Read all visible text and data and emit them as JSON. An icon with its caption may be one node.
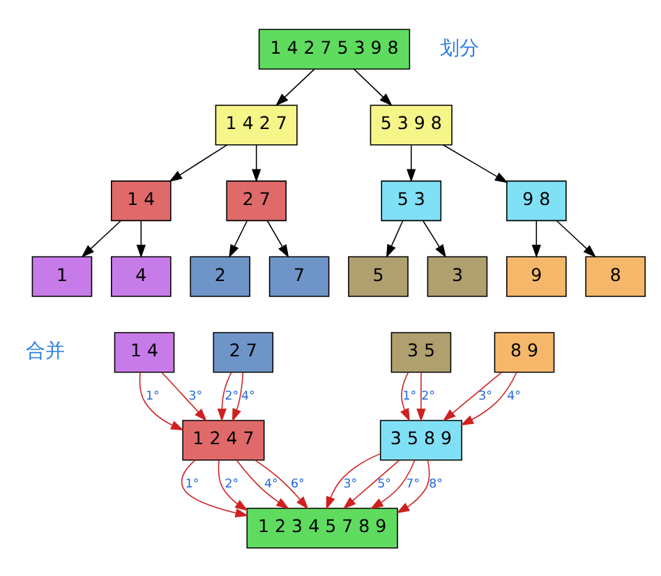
{
  "diagram": {
    "nodes": [
      {
        "text": [
          "1 4 2 7 5 3 9 8"
        ]
      },
      {
        "text": [
          "1 4 2 7"
        ]
      },
      {
        "text": [
          "5 3 9 8"
        ]
      },
      {
        "text": [
          "1 4"
        ]
      },
      {
        "text": [
          "2 7"
        ]
      },
      {
        "text": [
          "5 3"
        ]
      },
      {
        "text": [
          "9 8"
        ]
      },
      {
        "text": [
          "1"
        ]
      },
      {
        "text": [
          "4"
        ]
      },
      {
        "text": [
          "2"
        ]
      },
      {
        "text": [
          "7"
        ]
      },
      {
        "text": [
          "5"
        ]
      },
      {
        "text": [
          "3"
        ]
      },
      {
        "text": [
          "9"
        ]
      },
      {
        "text": [
          "8"
        ]
      },
      {
        "text": [
          "1 4"
        ]
      },
      {
        "text": [
          "2 7"
        ]
      },
      {
        "text": [
          "3 5"
        ]
      },
      {
        "text": [
          "8 9"
        ]
      },
      {
        "text": [
          "1 2 4 7"
        ]
      },
      {
        "text": [
          "3 5 8 9"
        ]
      },
      {
        "text": [
          "1 2 3 4 5 7 8 9"
        ]
      }
    ],
    "edges": [
      {
        "from": 0,
        "to": 1,
        "arrow": "to",
        "color": "#000000"
      },
      {
        "from": 0,
        "to": 2,
        "arrow": "to",
        "color": "#000000"
      },
      {
        "from": 1,
        "to": 3,
        "arrow": "to",
        "color": "#000000"
      },
      {
        "from": 1,
        "to": 4,
        "arrow": "to",
        "color": "#000000"
      },
      {
        "from": 2,
        "to": 5,
        "arrow": "to",
        "color": "#000000"
      },
      {
        "from": 2,
        "to": 6,
        "arrow": "to",
        "color": "#000000"
      },
      {
        "from": 3,
        "to": 7,
        "arrow": "to",
        "color": "#000000"
      },
      {
        "from": 3,
        "to": 8,
        "arrow": "to",
        "color": "#000000"
      },
      {
        "from": 4,
        "to": 9,
        "arrow": "to",
        "color": "#000000"
      },
      {
        "from": 4,
        "to": 10,
        "arrow": "to",
        "color": "#000000"
      },
      {
        "from": 5,
        "to": 11,
        "arrow": "to",
        "color": "#000000"
      },
      {
        "from": 5,
        "to": 12,
        "arrow": "to",
        "color": "#000000"
      },
      {
        "from": 6,
        "to": 13,
        "arrow": "to",
        "color": "#000000"
      },
      {
        "from": 6,
        "to": 14,
        "arrow": "to",
        "color": "#000000"
      },
      {
        "from": 15,
        "to": 19,
        "arrow": "to",
        "label": "1°",
        "color": "#d02020"
      },
      {
        "from": 16,
        "to": 19,
        "arrow": "to",
        "label": "2°",
        "color": "#d02020"
      },
      {
        "from": 15,
        "to": 19,
        "arrow": "to",
        "label": "3°",
        "color": "#d02020"
      },
      {
        "from": 16,
        "to": 19,
        "arrow": "to",
        "label": "4°",
        "color": "#d02020"
      },
      {
        "from": 17,
        "to": 20,
        "arrow": "to",
        "label": "1°",
        "color": "#d02020"
      },
      {
        "from": 17,
        "to": 20,
        "arrow": "to",
        "label": "2°",
        "color": "#d02020"
      },
      {
        "from": 18,
        "to": 20,
        "arrow": "to",
        "label": "3°",
        "color": "#d02020"
      },
      {
        "from": 18,
        "to": 20,
        "arrow": "to",
        "label": "4°",
        "color": "#d02020"
      },
      {
        "from": 19,
        "to": 21,
        "arrow": "to",
        "label": "1°",
        "color": "#d02020"
      },
      {
        "from": 19,
        "to": 21,
        "arrow": "to",
        "label": "2°",
        "color": "#d02020"
      },
      {
        "from": 20,
        "to": 21,
        "arrow": "to",
        "label": "3°",
        "color": "#d02020"
      },
      {
        "from": 19,
        "to": 21,
        "arrow": "to",
        "label": "4°",
        "color": "#d02020"
      },
      {
        "from": 20,
        "to": 21,
        "arrow": "to",
        "label": "5°",
        "color": "#d02020"
      },
      {
        "from": 19,
        "to": 21,
        "arrow": "to",
        "label": "6°",
        "color": "#d02020"
      },
      {
        "from": 20,
        "to": 21,
        "arrow": "to",
        "label": "7°",
        "color": "#d02020"
      },
      {
        "from": 20,
        "to": 21,
        "arrow": "to",
        "label": "8°",
        "color": "#d02020"
      }
    ],
    "labels": [
      "划分",
      "合并"
    ]
  }
}
